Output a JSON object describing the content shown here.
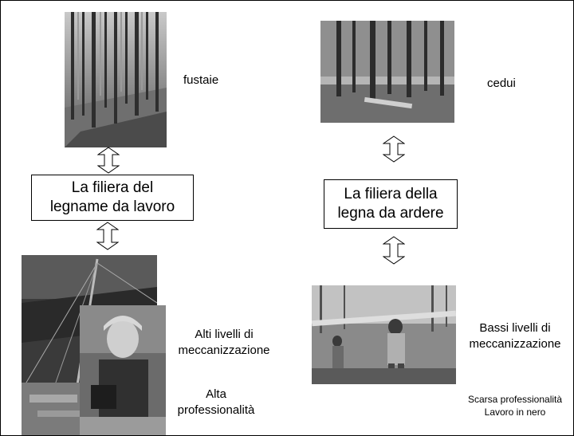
{
  "left": {
    "forest_label": "fustaie",
    "box_line1": "La filiera del",
    "box_line2": "legname da lavoro",
    "mech_line1": "Alti livelli di",
    "mech_line2": "meccanizzazione",
    "prof_line1": "Alta",
    "prof_line2": "professionalità"
  },
  "right": {
    "forest_label": "cedui",
    "box_line1": "La filiera della",
    "box_line2": "legna da ardere",
    "mech_line1": "Bassi livelli di",
    "mech_line2": "meccanizzazione",
    "prof_line1": "Scarsa professionalità",
    "prof_line2": "Lavoro in nero"
  },
  "colors": {
    "border": "#000000",
    "photo_tone": "grayscale"
  },
  "icons": [
    "double-arrow-vertical-icon"
  ]
}
